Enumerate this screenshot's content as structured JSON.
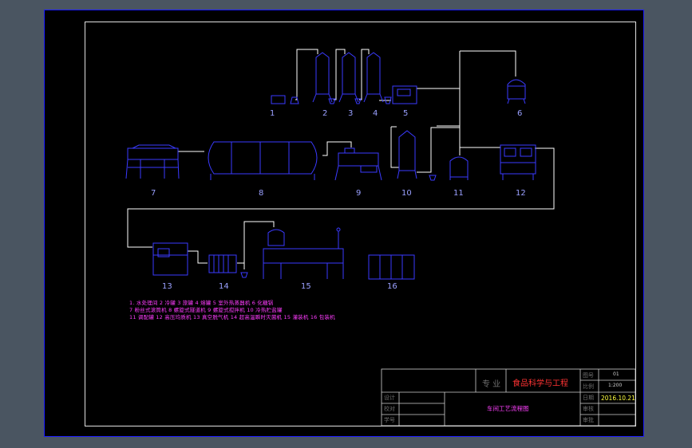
{
  "equipment_numbers": [
    "1",
    "2",
    "3",
    "4",
    "5",
    "6",
    "7",
    "8",
    "9",
    "10",
    "11",
    "12",
    "13",
    "14",
    "15",
    "16"
  ],
  "legend": [
    "1. 水处理间 2 冷罐 3 旅罐 4 熔罐 5 室外热蒸器机 6 化糖锅",
    "7 粉丝式滚筒机 8 螺旋式隧道机 9 螺旋式搅拌机 10 冷热贮盐罐",
    "11 调配罐 12 高压均质机 13 真空脱气机 14 超高温瞬时灭菌机 15 灌装机 16 包装机"
  ],
  "title_block": {
    "major_label": "专  业",
    "major_value": "食品科学与工程",
    "scale_key_label": "图号",
    "scale_key_value": "01",
    "ratio_label": "比例",
    "ratio_value": "1:200",
    "date_label": "日期",
    "date_value": "2016.10.21",
    "designer_label": "设计",
    "review_label": "审核",
    "checker_label": "校对",
    "student_no_label": "学号",
    "drawing_title": "车间工艺流程图",
    "approve_label": "审核",
    "approve2_label": "审批"
  },
  "colors": {
    "background": "#000000",
    "outer_workspace": "#4a5561",
    "equipment": "#3a3aff",
    "pipe": "#ffffff",
    "legend_text": "#ff3cff",
    "title_value": "#ff3333"
  }
}
